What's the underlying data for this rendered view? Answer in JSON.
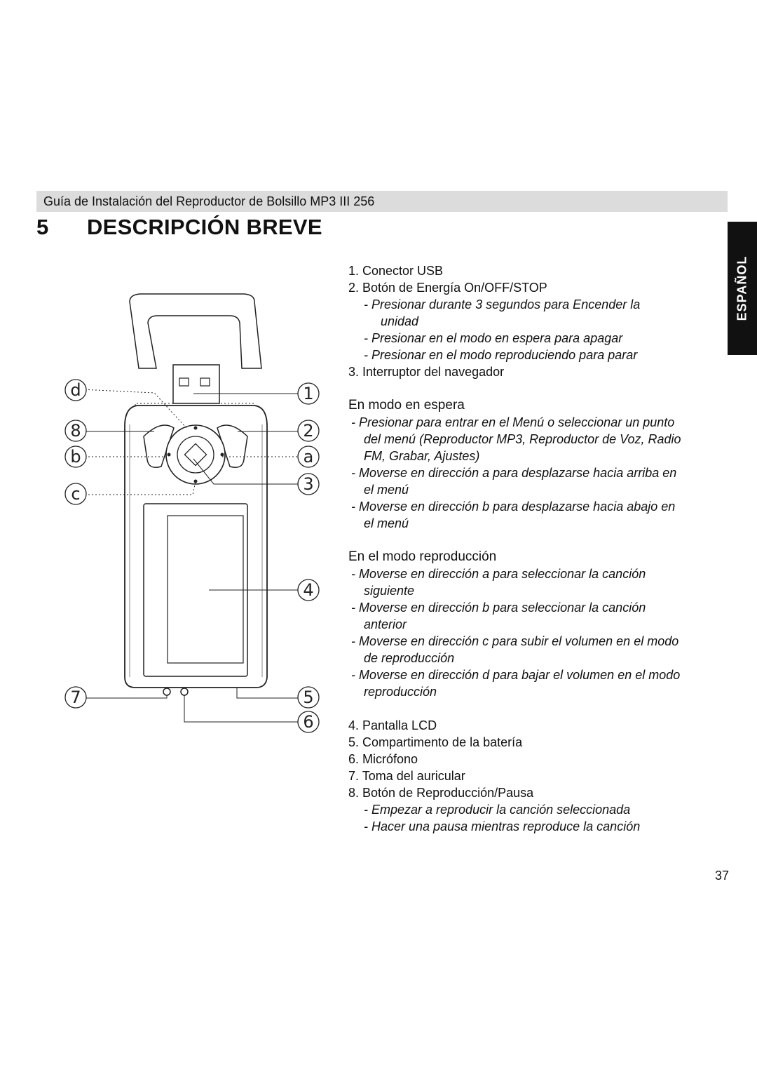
{
  "header": {
    "text": "Guía de Instalación del Reproductor de Bolsillo MP3 III 256"
  },
  "section": {
    "number": "5",
    "title": "DESCRIPCIÓN BREVE"
  },
  "tab": {
    "label": "ESPAÑOL"
  },
  "diagram": {
    "callouts": [
      "d",
      "8",
      "b",
      "c",
      "7",
      "1",
      "2",
      "a",
      "3",
      "4",
      "5",
      "6"
    ]
  },
  "text": {
    "list1": [
      "1. Conector USB",
      "2. Botón de Energía On/OFF/STOP",
      "- Presionar durante 3 segundos para Encender la",
      "unidad",
      "- Presionar en el modo en espera para apagar",
      "- Presionar en el modo reproduciendo para parar",
      "3. Interruptor del navegador"
    ],
    "standby_heading": "En modo en espera",
    "standby": [
      "- Presionar para entrar en el Menú o seleccionar un punto",
      "del menú (Reproductor MP3, Reproductor de Voz, Radio",
      "FM, Grabar, Ajustes)",
      "- Moverse en dirección a para desplazarse hacia arriba en",
      "el menú",
      "- Moverse en dirección b para desplazarse hacia abajo en",
      "el menú"
    ],
    "play_heading": "En el modo reproducción",
    "play": [
      "- Moverse en dirección a para seleccionar la canción",
      "siguiente",
      "- Moverse en dirección b para seleccionar la canción",
      "anterior",
      "- Moverse en dirección c para subir el volumen en el modo",
      "de reproducción",
      "- Moverse en dirección d para bajar el volumen en el modo",
      "reproducción"
    ],
    "list2": [
      "4. Pantalla LCD",
      "5. Compartimento de la batería",
      "6. Micrófono",
      "7. Toma del auricular",
      "8. Botón de Reproducción/Pausa",
      "- Empezar a reproducir la canción seleccionada",
      "- Hacer una pausa mientras reproduce la canción"
    ]
  },
  "page": {
    "number": "37"
  }
}
